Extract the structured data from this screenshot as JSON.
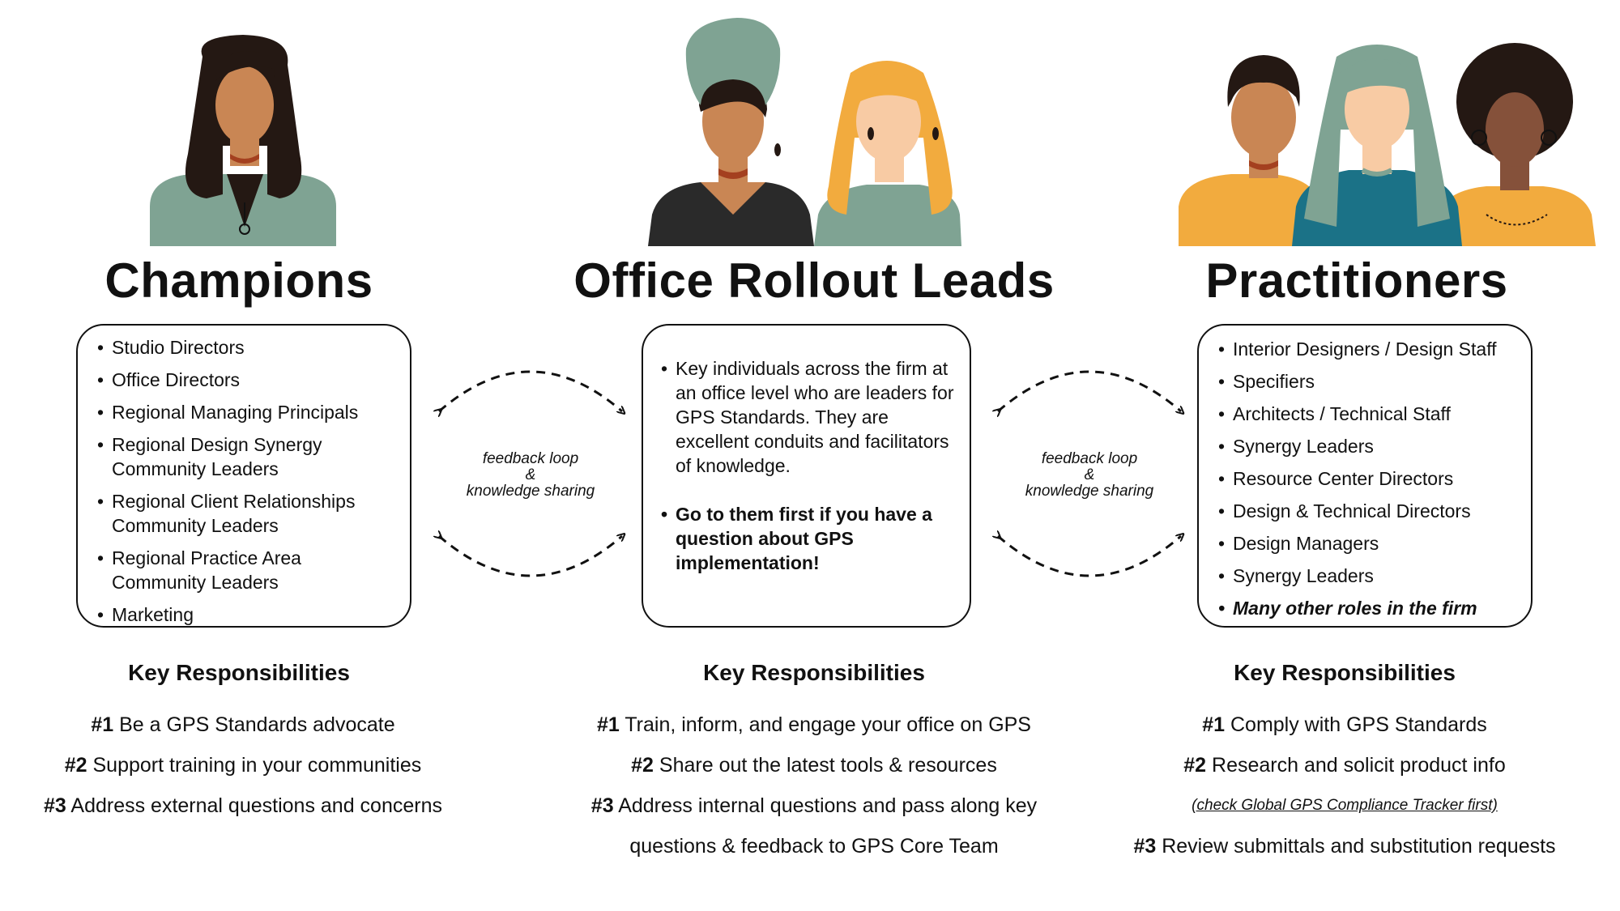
{
  "colors": {
    "sage": "#7fa393",
    "mustard": "#f2ab3e",
    "teal": "#1b7287",
    "dark_hair": "#241813",
    "skin_medium": "#c98654",
    "skin_light": "#f8cba4",
    "skin_dark": "#85513a",
    "collar": "#a4401f"
  },
  "groups": [
    {
      "title": "Champions",
      "items": [
        "Studio Directors",
        "Office Directors",
        "Regional Managing Principals",
        "Regional Design Synergy Community Leaders",
        "Regional Client Relationships Community Leaders",
        "Regional Practice Area Community Leaders",
        "Marketing"
      ],
      "responsibilities_heading": "Key Responsibilities",
      "responsibilities": [
        {
          "num": "#1",
          "text": "Be a GPS Standards advocate"
        },
        {
          "num": "#2",
          "text": "Support training in your communities"
        },
        {
          "num": "#3",
          "text": "Address external questions and concerns"
        }
      ]
    },
    {
      "title": "Office Rollout Leads",
      "items": [
        "Key individuals across the firm at an office level who are leaders for GPS Standards. They are excellent conduits and facilitators of knowledge."
      ],
      "emphasis_item": "Go to them first if you have a question about GPS implementation!",
      "responsibilities_heading": "Key Responsibilities",
      "responsibilities": [
        {
          "num": "#1",
          "text": "Train, inform, and engage your office on GPS"
        },
        {
          "num": "#2",
          "text": "Share out the latest tools & resources"
        },
        {
          "num": "#3",
          "text": "Address internal questions and pass along key"
        }
      ],
      "responsibilities_continuation": "questions & feedback to GPS Core Team"
    },
    {
      "title": "Practitioners",
      "items": [
        "Interior Designers / Design Staff",
        "Specifiers",
        "Architects / Technical Staff",
        "Synergy Leaders",
        "Resource Center Directors",
        "Design & Technical Directors",
        "Design Managers",
        "Synergy Leaders"
      ],
      "emphasis_item": "Many other roles in the firm",
      "responsibilities_heading": "Key Responsibilities",
      "responsibilities": [
        {
          "num": "#1",
          "text": "Comply with GPS Standards"
        },
        {
          "num": "#2",
          "text": "Research and solicit product info"
        },
        {
          "num": "#3",
          "text": "Review submittals and substitution requests"
        }
      ],
      "responsibilities_note": "(check Global GPS Compliance Tracker first)"
    }
  ],
  "loops": [
    {
      "line1": "feedback loop",
      "line2": "&",
      "line3": "knowledge sharing"
    },
    {
      "line1": "feedback loop",
      "line2": "&",
      "line3": "knowledge sharing"
    }
  ]
}
